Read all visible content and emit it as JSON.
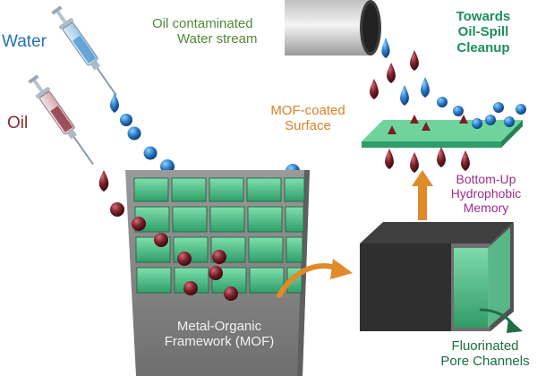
{
  "labels": {
    "water": "Water",
    "oil": "Oil",
    "stream_line1": "Oil contaminated",
    "stream_line2": "Water stream",
    "towards_line1": "Towards",
    "towards_line2": "Oil-Spill",
    "towards_line3": "Cleanup",
    "mof_coated_line1": "MOF-coated",
    "mof_coated_line2": "Surface",
    "bottom_up_line1": "Bottom-Up",
    "bottom_up_line2": "Hydrophobic",
    "bottom_up_line3": "Memory",
    "mof_line1": "Metal-Organic",
    "mof_line2": "Framework (MOF)",
    "pore_line1": "Fluorinated",
    "pore_line2": "Pore Channels"
  },
  "colors": {
    "water_drop": "#2c7cc8",
    "oil_drop": "#7a1f2a",
    "mof_green": "#4cc08a",
    "frame_gray": "#8e8e8e",
    "arrow_orange": "#e08a2a"
  },
  "icons": [
    "syringe-icon",
    "water-droplet-icon",
    "oil-droplet-icon",
    "pipe-icon",
    "channel-icon",
    "curved-arrow-icon",
    "up-arrow-icon"
  ]
}
